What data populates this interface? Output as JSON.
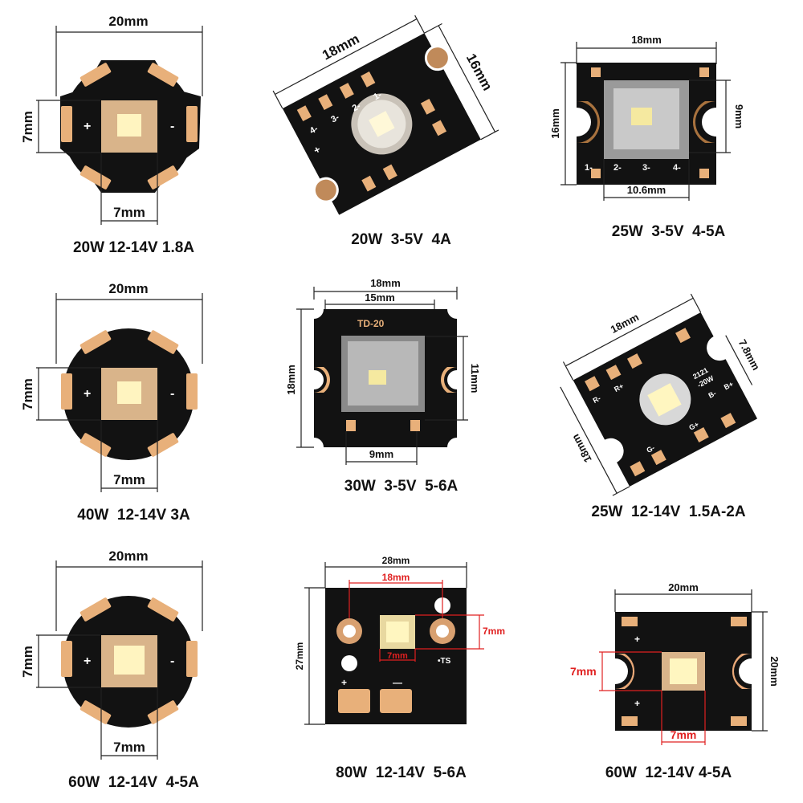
{
  "products": [
    {
      "id": "p1",
      "caption": "20W 12-14V 1.8A",
      "dims": {
        "top": "20mm",
        "left": "7mm",
        "bottom": "7mm"
      },
      "silk": {
        "plus": "+",
        "minus": "-"
      }
    },
    {
      "id": "p2",
      "caption": "20W  3-5V  4A",
      "dims": {
        "top_left": "18mm",
        "top_right": "16mm"
      },
      "silk": {
        "pin1": "1-",
        "pin2": "2-",
        "pin3": "3-",
        "pin4": "4-",
        "plus": "+"
      }
    },
    {
      "id": "p3",
      "caption": "25W  3-5V  4-5A",
      "dims": {
        "top": "18mm",
        "left": "16mm",
        "right": "9mm",
        "bottom": "10.6mm"
      },
      "silk": {
        "pin1": "1-",
        "pin2": "2-",
        "pin3": "3-",
        "pin4": "4-"
      }
    },
    {
      "id": "p4",
      "caption": "40W  12-14V 3A",
      "dims": {
        "top": "20mm",
        "left": "7mm",
        "bottom": "7mm"
      },
      "silk": {
        "plus": "+",
        "minus": "-"
      }
    },
    {
      "id": "p5",
      "caption": "30W  3-5V  5-6A",
      "dims": {
        "top_outer": "18mm",
        "top_inner": "15mm",
        "left": "18mm",
        "right": "11mm",
        "bottom": "9mm"
      },
      "silk": {
        "model": "TD-20"
      }
    },
    {
      "id": "p6",
      "caption": "25W  12-14V  1.5A-2A",
      "dims": {
        "top": "18mm",
        "right": "7.8mm",
        "left": "18mm"
      },
      "silk": {
        "r_minus": "R-",
        "r_plus": "R+",
        "g_minus": "G-",
        "g_plus": "G+",
        "b_minus": "B-",
        "b_plus": "B+",
        "code1": "2121",
        "code2": "-20W"
      }
    },
    {
      "id": "p7",
      "caption": "60W  12-14V  4-5A",
      "dims": {
        "top": "20mm",
        "left": "7mm",
        "bottom": "7mm"
      },
      "silk": {
        "plus": "+",
        "minus": "-"
      }
    },
    {
      "id": "p8",
      "caption": "80W  12-14V  5-6A",
      "dims": {
        "top": "28mm",
        "left": "27mm",
        "inner_top": "18mm",
        "inner_right": "7mm",
        "inner_bottom": "7mm"
      },
      "silk": {
        "ts": "•TS",
        "plus": "+",
        "minus": "—"
      }
    },
    {
      "id": "p9",
      "caption": "60W  12-14V 4-5A",
      "dims": {
        "top": "20mm",
        "right": "20mm",
        "left": "7mm",
        "bottom": "7mm"
      },
      "silk": {
        "plus1": "+",
        "plus2": "+"
      }
    }
  ]
}
